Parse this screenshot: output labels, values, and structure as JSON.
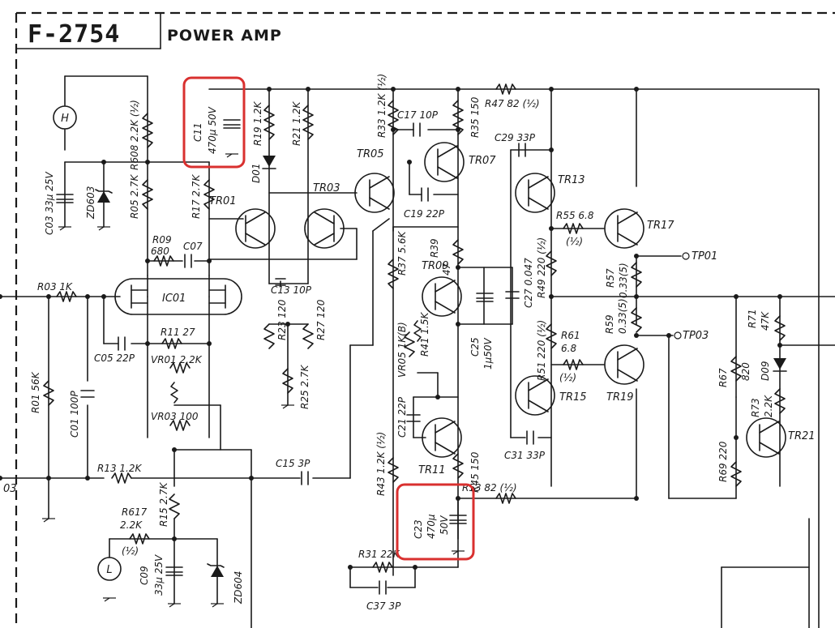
{
  "header": {
    "code": "F-2754",
    "name": "POWER AMP"
  },
  "highlight_color": "#d9302f",
  "terminals": {
    "h": "H",
    "l": "L",
    "left_num": "03"
  },
  "labels": {
    "R608": "R608 2.2K (½)",
    "C11": "C11",
    "C11v": "470µ 50V",
    "R19": "R19 1.2K",
    "R21": "R21 1.2K",
    "R33": "R33 1.2K (½)",
    "C17": "C17 10P",
    "R35": "R35 150",
    "R47": "R47 82 (½)",
    "C29": "C29 33P",
    "C03": "C03 33µ 25V",
    "ZD603": "ZD603",
    "R05": "R05 2.7K",
    "R17": "R17 2.7K",
    "D01": "D01",
    "TR01": "TR01",
    "TR03": "TR03",
    "TR05": "TR05",
    "TR07": "TR07",
    "C19": "C19 22P",
    "TR13": "TR13",
    "R09": "R09",
    "R09v": "680",
    "C07": "C07",
    "R39": "R39",
    "R39v": "47",
    "R37": "R37 5.6K",
    "TR09": "TR09",
    "R49": "R49 220 (½)",
    "C27": "C27 0.047",
    "R55": "R55 6.8",
    "R55h": "(½)",
    "TR17": "TR17",
    "R57": "R57",
    "R57v": "0.33(5)",
    "TP01": "TP01",
    "R03": "R03 1K",
    "IC01": "IC01",
    "C13": "C13 10P",
    "R23": "R23 120",
    "R27": "R27 120",
    "R11": "R11 27",
    "C05": "C05 22P",
    "VR01": "VR01 2.2K",
    "VR05": "VR05 1K(B)",
    "R41": "R41 1.5K",
    "C25": "C25",
    "C25v": "1µ50V",
    "R51": "R51 220 (½)",
    "R61": "R61",
    "R61v": "6.8",
    "R61h": "(½)",
    "R59": "R59",
    "R59v": "0.33(5)",
    "TP03": "TP03",
    "R71": "R71",
    "R71v": "47K",
    "R67": "R67",
    "R67v": "820",
    "D09": "D09",
    "R01": "R01 56K",
    "C01": "C01 100P",
    "R25": "R25 2.7K",
    "TR15": "TR15",
    "TR19": "TR19",
    "R73": "R73",
    "R73v": "2.2K",
    "VR03": "VR03 100",
    "C21": "C21 22P",
    "TR11": "TR11",
    "C31": "C31 33P",
    "TR21": "TR21",
    "R69": "R69 220",
    "R13": "R13 1.2K",
    "C15": "C15 3P",
    "R43": "R43 1.2K (½)",
    "R45": "R45 150",
    "R53": "R53 82 (½)",
    "R617": "R617",
    "R617v": "2.2K",
    "R617h": "(½)",
    "R15": "R15 2.7K",
    "C23": "C23",
    "C23v": "470µ",
    "C23v2": "50V",
    "C09": "C09",
    "C09v": "33µ 25V",
    "ZD604": "ZD604",
    "R31": "R31 22K",
    "C37": "C37 3P"
  }
}
